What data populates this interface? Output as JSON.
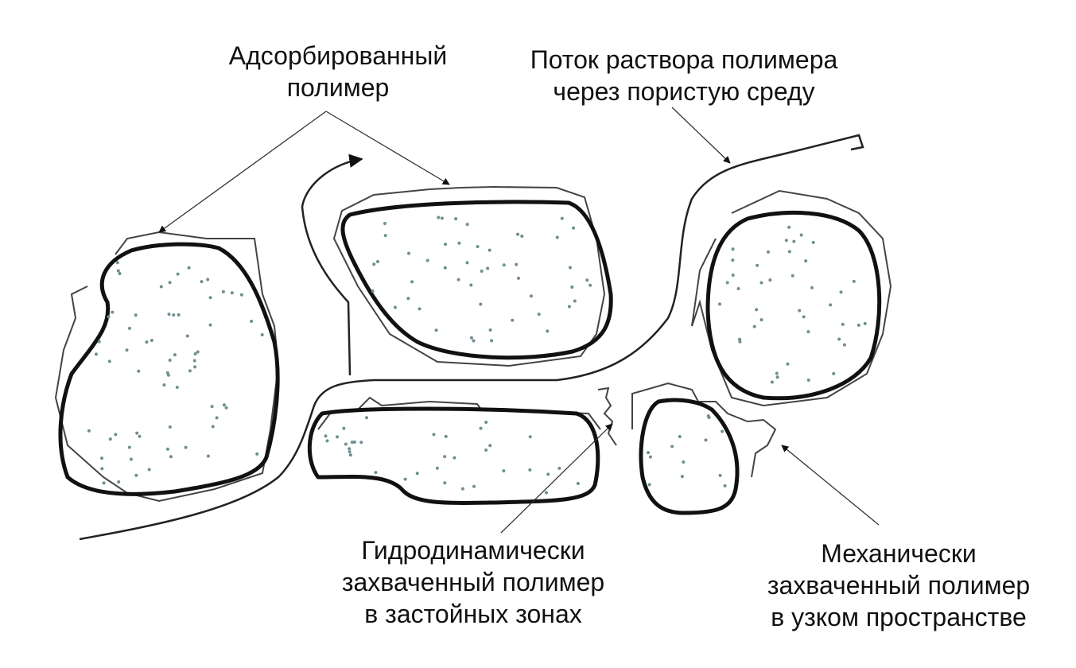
{
  "labels": {
    "adsorbed": [
      "Адсорбированный",
      "полимер"
    ],
    "flow": [
      "Поток раствора полимера",
      "через пористую среду"
    ],
    "hydro": [
      "Гидродинамически",
      "захваченный полимер",
      "в застойных зонах"
    ],
    "mech": [
      "Механически",
      "захваченный полимер",
      "в узком пространстве"
    ]
  },
  "colors": {
    "grain_outline": "#111111",
    "dots": "#6f8f90",
    "polymer": "#444444"
  }
}
